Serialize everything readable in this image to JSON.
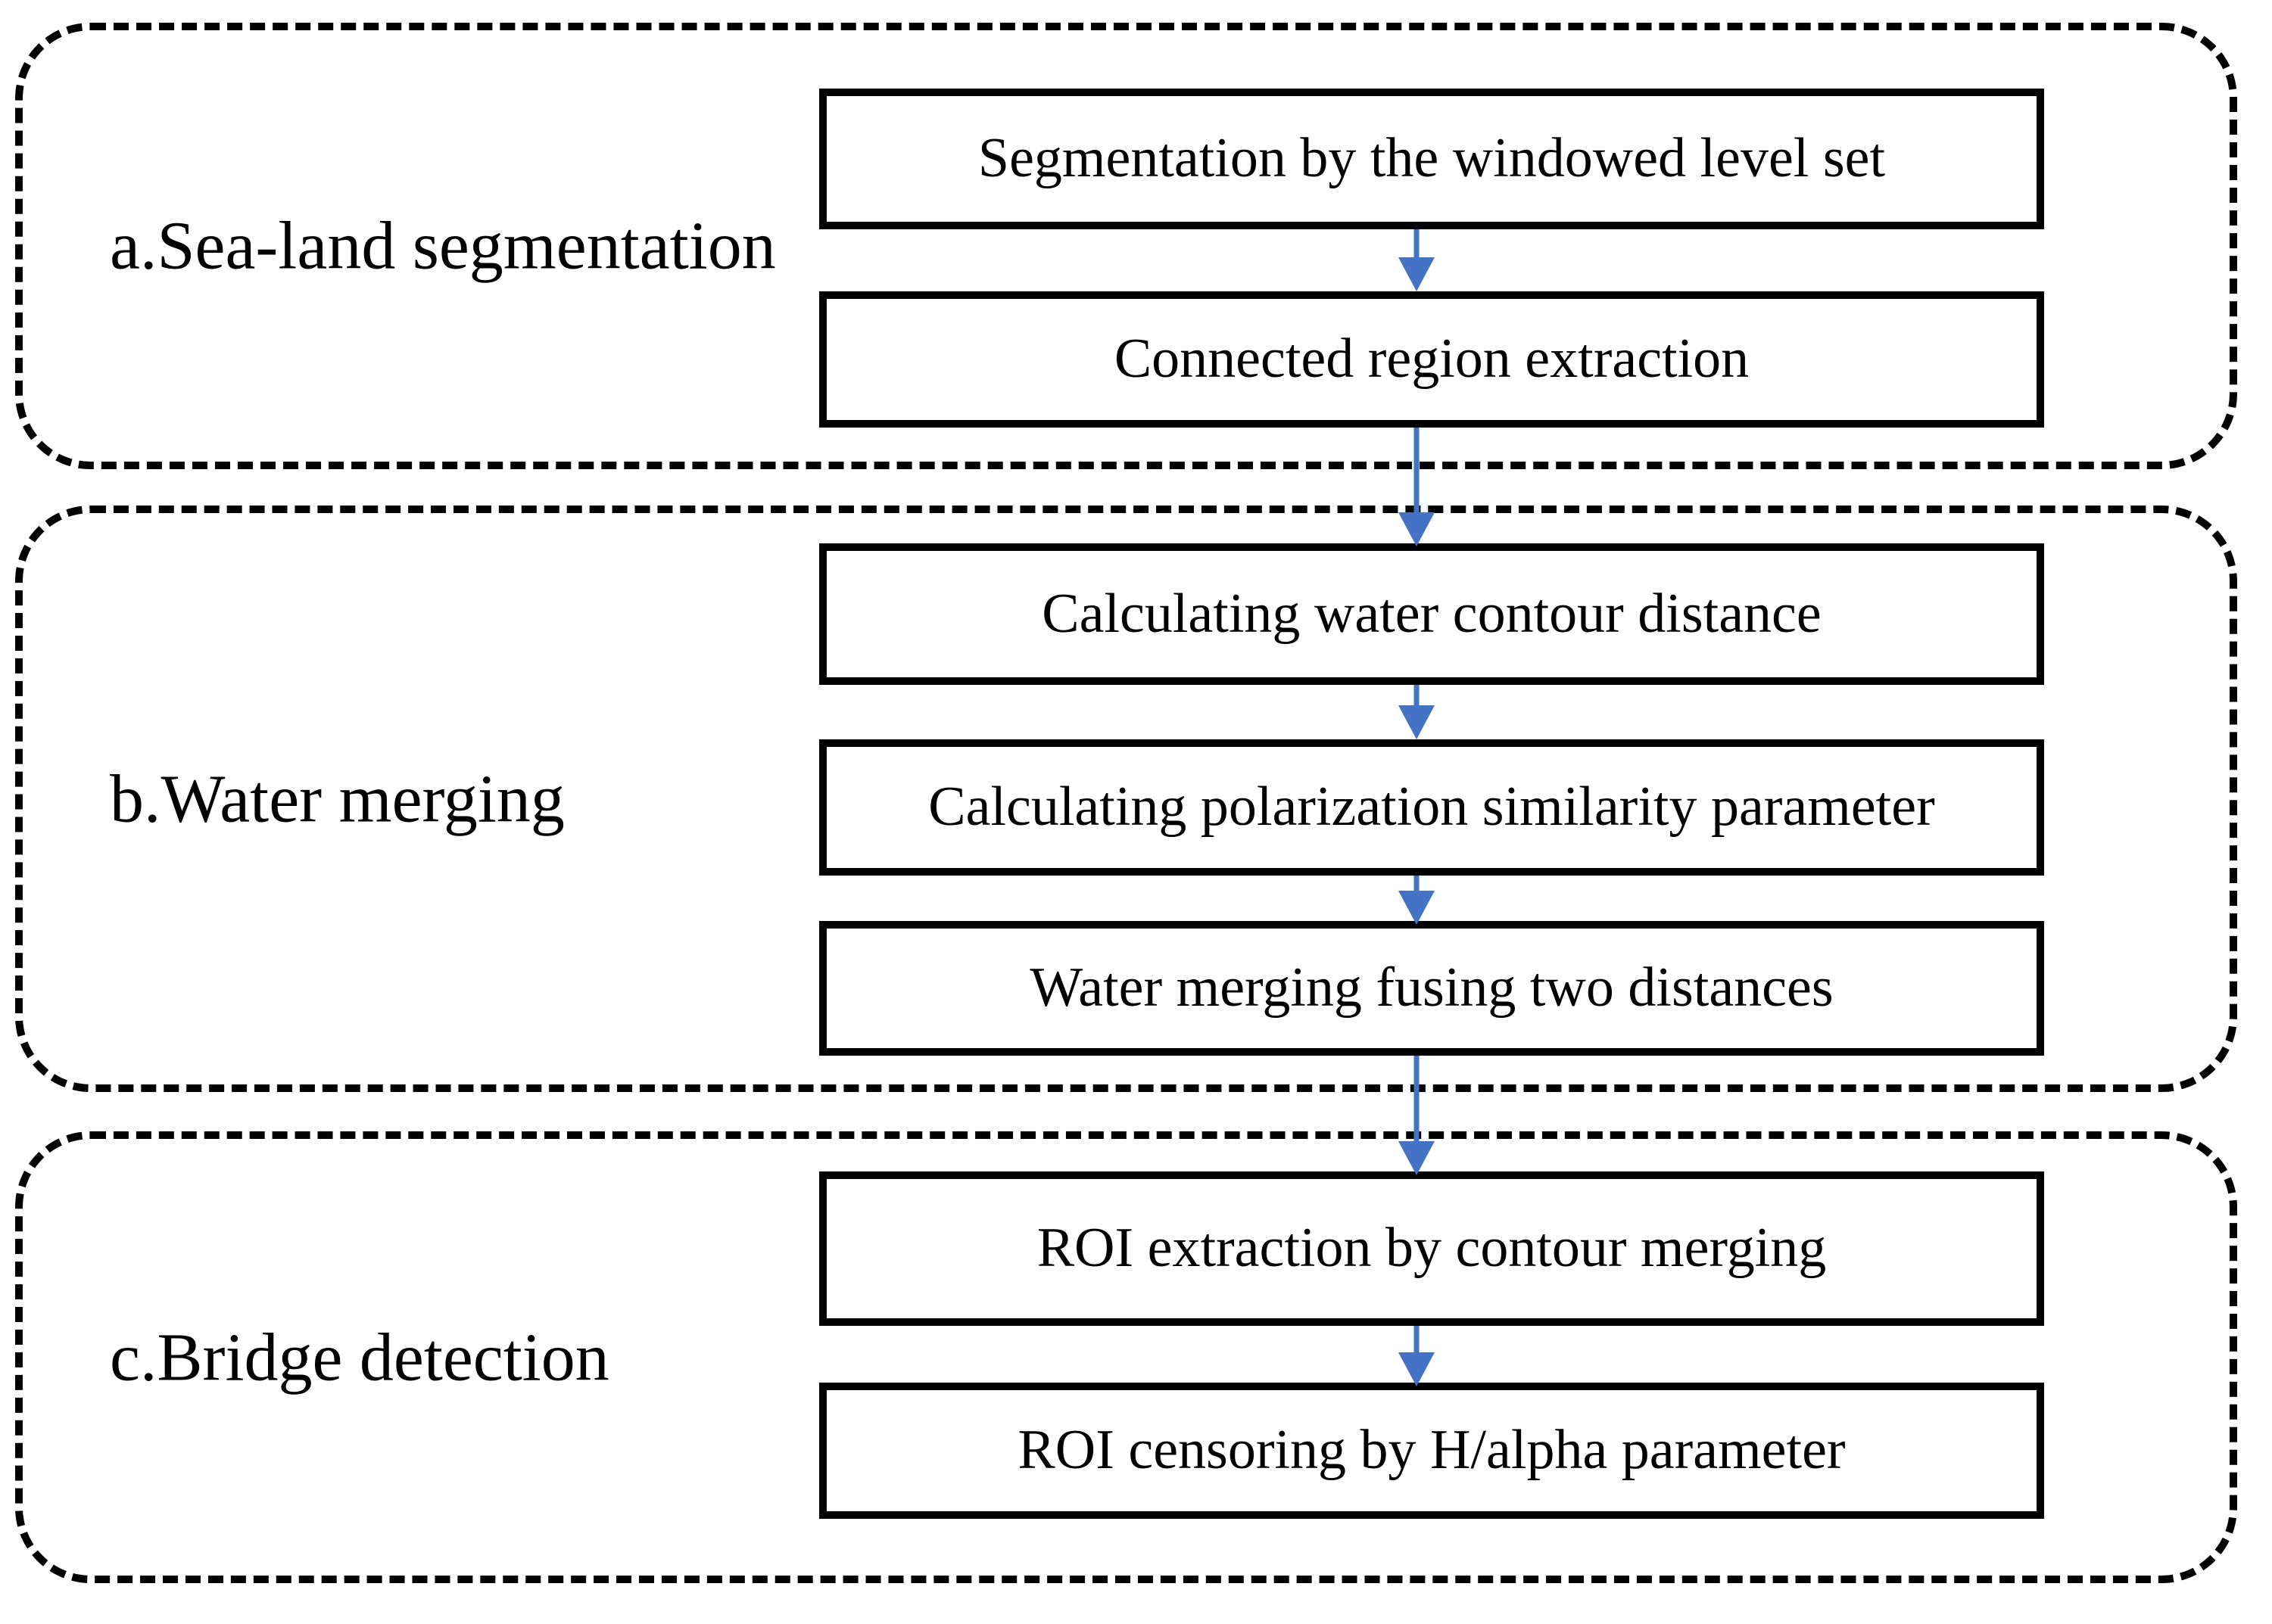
{
  "figure": {
    "type": "flowchart",
    "colors": {
      "accent": "#4472C4",
      "line": "#000000",
      "background": "#FFFFFF",
      "text": "#000000"
    },
    "sections": [
      {
        "label": "a.Sea-land segmentation",
        "boxes": [
          {
            "label": "Segmentation by the windowed level set"
          },
          {
            "label": "Connected region extraction"
          }
        ]
      },
      {
        "label": "b.Water merging",
        "boxes": [
          {
            "label": "Calculating water contour distance"
          },
          {
            "label": "Calculating polarization similarity parameter"
          },
          {
            "label": "Water merging fusing two distances"
          }
        ]
      },
      {
        "label": "c.Bridge detection",
        "boxes": [
          {
            "label": "ROI extraction by contour merging"
          },
          {
            "label": "ROI censoring by H/alpha parameter"
          }
        ]
      }
    ]
  }
}
